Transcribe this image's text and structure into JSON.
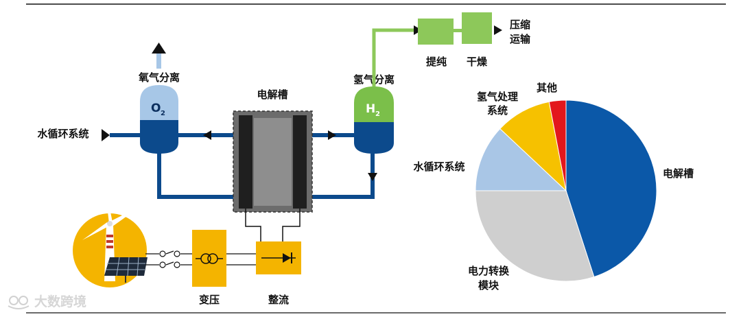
{
  "labels": {
    "electrolyzer": "电解槽",
    "o2_separator": "氧气分离",
    "h2_separator": "氢气分离",
    "water_loop": "水循环系统",
    "purify": "提纯",
    "dry": "干燥",
    "compress_1": "压缩",
    "compress_2": "运输",
    "transformer": "变压",
    "rectifier": "整流",
    "o2_symbol": "O",
    "o2_sub": "2",
    "h2_symbol": "H",
    "h2_sub": "2"
  },
  "watermark": "大数跨境",
  "colors": {
    "pipe_blue": "#0c4a8c",
    "tank_dark": "#0c4a8c",
    "o2_light": "#a7c7e7",
    "h2_green": "#7bbf4a",
    "process_green": "#8dc85a",
    "power_yellow": "#f4b400",
    "slate": "#4a4a4a"
  },
  "chart_data": {
    "type": "pie",
    "slices": [
      {
        "name": "电解槽",
        "value": 45,
        "color": "#0b58a8"
      },
      {
        "name": "电力转换",
        "name_line2": "模块",
        "value": 30,
        "color": "#cfcfcf"
      },
      {
        "name": "水循环系统",
        "value": 12,
        "color": "#a9c6e6"
      },
      {
        "name": "氢气处理",
        "name_line2": "系统",
        "value": 10,
        "color": "#f6c100"
      },
      {
        "name": "其他",
        "value": 3,
        "color": "#e3171c"
      }
    ]
  }
}
